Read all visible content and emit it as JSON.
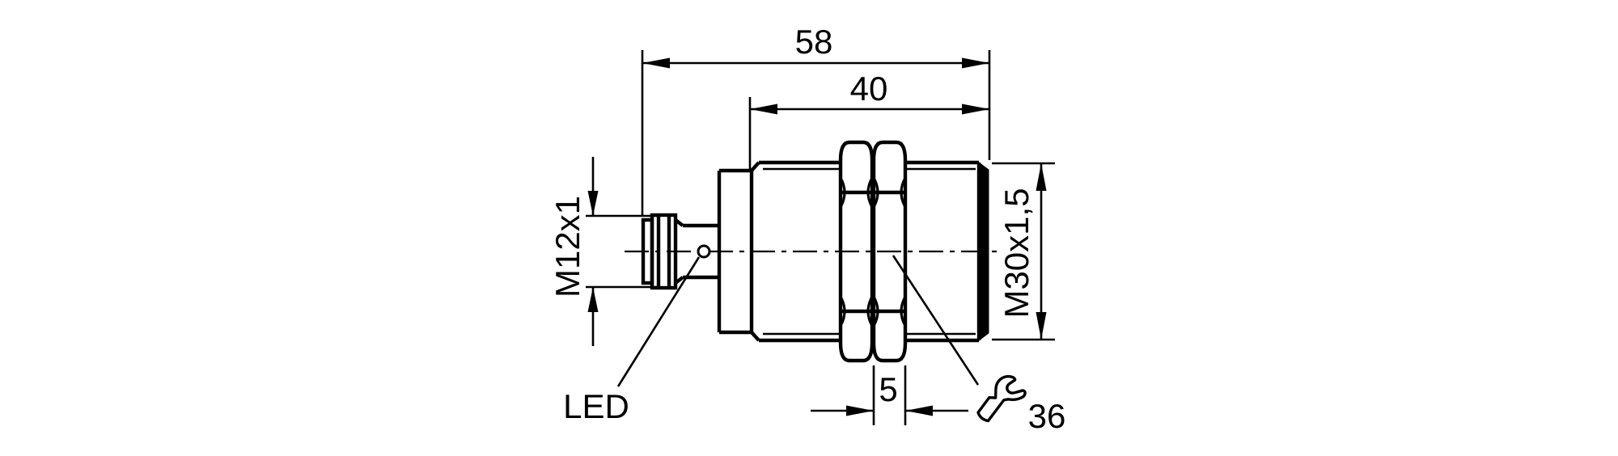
{
  "drawing": {
    "labels": {
      "overall_length": "58",
      "thread_length": "40",
      "connector_thread": "M12x1",
      "body_thread": "M30x1,5",
      "led": "LED",
      "nut_thickness": "5",
      "wrench_size": "36"
    },
    "icons": {
      "wrench": "wrench-icon",
      "led_indicator": "led-indicator-circle"
    },
    "colors": {
      "line": "#000000",
      "background": "#ffffff"
    }
  }
}
